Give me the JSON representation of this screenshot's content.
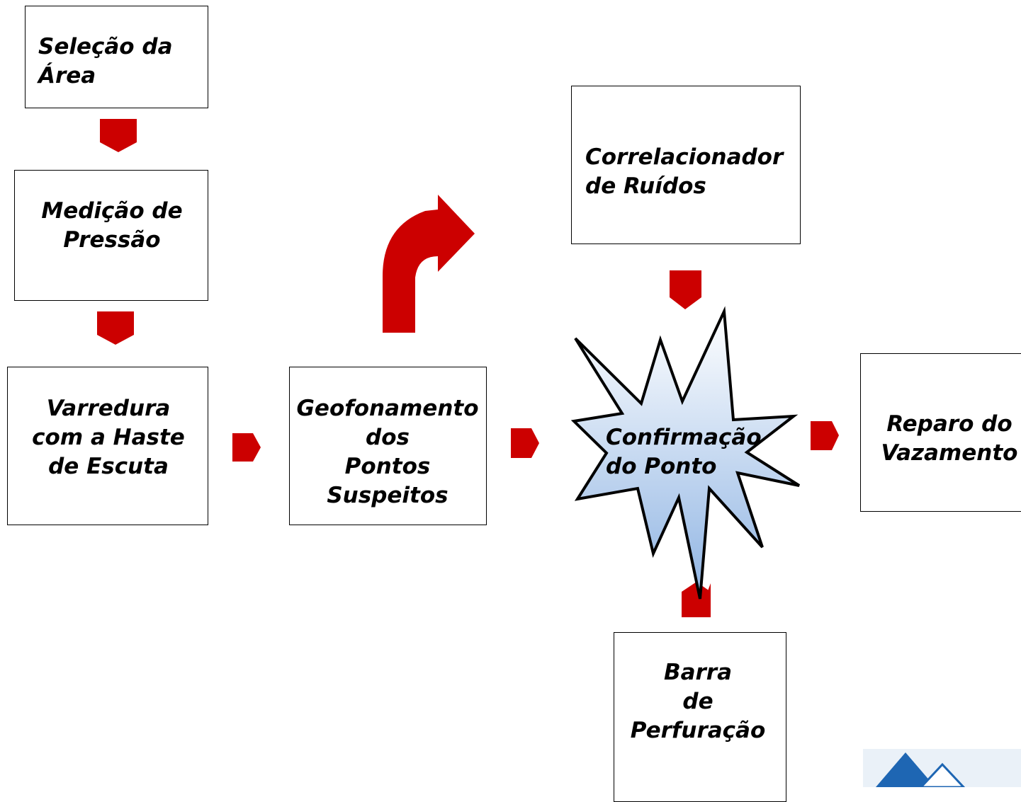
{
  "steps": {
    "selecao": "Seleção da\nÁrea",
    "medicao": "Medição de\nPressão",
    "varredura": "Varredura\ncom a Haste\nde Escuta",
    "geofonamento": "Geofonamento\ndos\nPontos\nSuspeitos",
    "correlacionador": "Correlacionador\nde Ruídos",
    "confirmacao": "Confirmação\ndo Ponto",
    "reparo": "Reparo do\nVazamento",
    "barra": "Barra\nde\nPerfuração"
  },
  "colors": {
    "arrow": "#cc0000",
    "border": "#000000",
    "burst_fill_top": "#ffffff",
    "burst_fill_bottom": "#8fb4e3",
    "logo": "#1e66b3"
  },
  "icons": {
    "logo": "company-logo-partial"
  }
}
